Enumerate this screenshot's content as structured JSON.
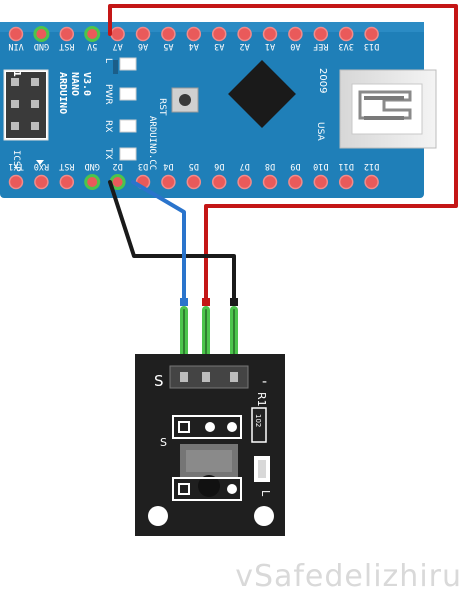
{
  "board": {
    "name_lines": [
      "ARDUINO",
      "NANO",
      "V3.0"
    ],
    "icsp_label": "ICSP",
    "pin1_label": "1",
    "rst_label": "RST",
    "site_label": "ARDUINO.CC",
    "year_label": "2009",
    "usa_label": "USA",
    "led_labels": {
      "l": "L",
      "pwr": "PWR",
      "rx": "RX",
      "tx": "TX"
    },
    "top_pins": [
      "VIN",
      "GND",
      "RST",
      "5V",
      "A7",
      "A6",
      "A5",
      "A4",
      "A3",
      "A2",
      "A1",
      "A0",
      "REF",
      "3V3",
      "D13"
    ],
    "bottom_pins": [
      "TX1",
      "RX0",
      "RST",
      "GND",
      "D2",
      "D3",
      "D4",
      "D5",
      "D6",
      "D7",
      "D8",
      "D9",
      "D10",
      "D11",
      "D12"
    ]
  },
  "module": {
    "s_label": "S",
    "r1_label": "R1",
    "s_small_label": "S",
    "minus_label": "-",
    "l_label": "L",
    "resistor_code": "102"
  },
  "colors": {
    "board": "#1f7fb8",
    "module": "#1f1f1f",
    "wire_red": "#c41616",
    "wire_black": "#1a1a1a",
    "wire_blue": "#2a74cc",
    "pin_highlight": "#4cc44c"
  },
  "watermark": "vSafedelizhiru"
}
